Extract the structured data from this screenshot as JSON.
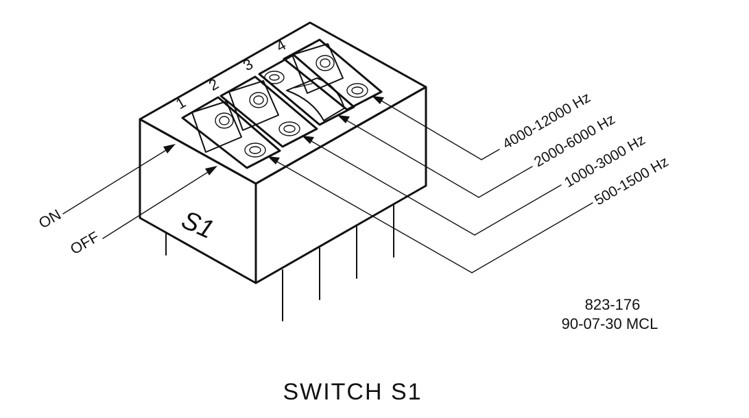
{
  "diagram": {
    "title": "SWITCH S1",
    "body_label": "S1",
    "drawing_number": "823-176",
    "drawing_date": "90-07-30 MCL",
    "state_labels": {
      "on": "ON",
      "off": "OFF"
    },
    "switch_numbers": [
      "1",
      "2",
      "3",
      "4"
    ],
    "frequency_ranges": [
      {
        "switch": "4",
        "label": "4000-12000 Hz"
      },
      {
        "switch": "3",
        "label": "2000-6000 Hz"
      },
      {
        "switch": "2",
        "label": "1000-3000 Hz"
      },
      {
        "switch": "1",
        "label": "500-1500 Hz"
      }
    ]
  }
}
